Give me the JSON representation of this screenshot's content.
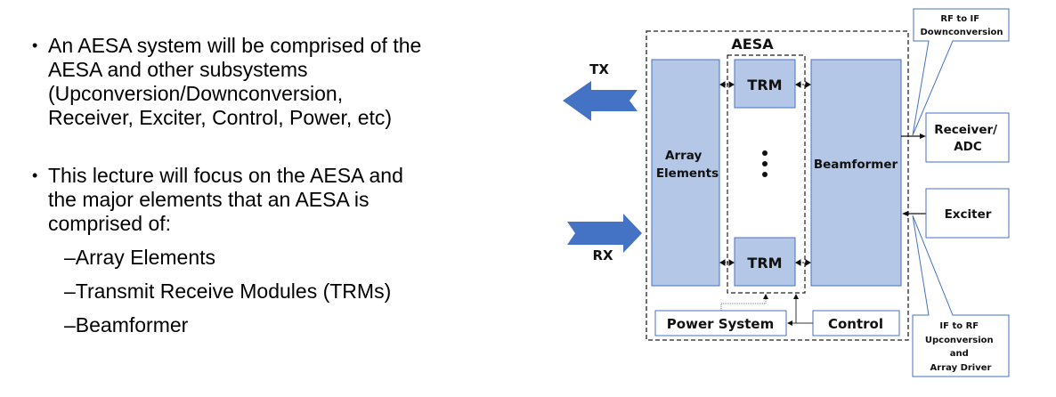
{
  "bullets": {
    "items": [
      {
        "lines": [
          "An AESA system will be comprised of the",
          "AESA and other subsystems",
          "(Upconversion/Downconversion,",
          "Receiver, Exciter, Control, Power, etc)"
        ]
      },
      {
        "lines": [
          "This lecture will focus on the AESA and",
          "the major elements that an AESA is",
          "comprised of:"
        ]
      }
    ],
    "bullet_glyph": "•",
    "sub_items": [
      "–Array Elements",
      "–Transmit Receive Modules (TRMs)",
      "–Beamformer"
    ]
  },
  "diagram": {
    "aesa_label": "AESA",
    "tx_label": "TX",
    "rx_label": "RX",
    "array_elements_lines": [
      "Array",
      "Elements"
    ],
    "trm_top_label": "TRM",
    "trm_bottom_label": "TRM",
    "beamformer_label": "Beamformer",
    "power_system_label": "Power System",
    "control_label": "Control",
    "receiver_lines": [
      "Receiver/",
      "ADC"
    ],
    "exciter_label": "Exciter",
    "callout_down_lines": [
      "RF to IF",
      "Downconversion"
    ],
    "callout_up_lines": [
      "IF to RF",
      "Upconversion",
      "and",
      "Array Driver"
    ],
    "colors": {
      "block_fill": "#B4C7E7",
      "block_stroke": "#4472C4",
      "arrow_fill": "#4472C4",
      "callout_stroke": "#4472C4"
    }
  }
}
